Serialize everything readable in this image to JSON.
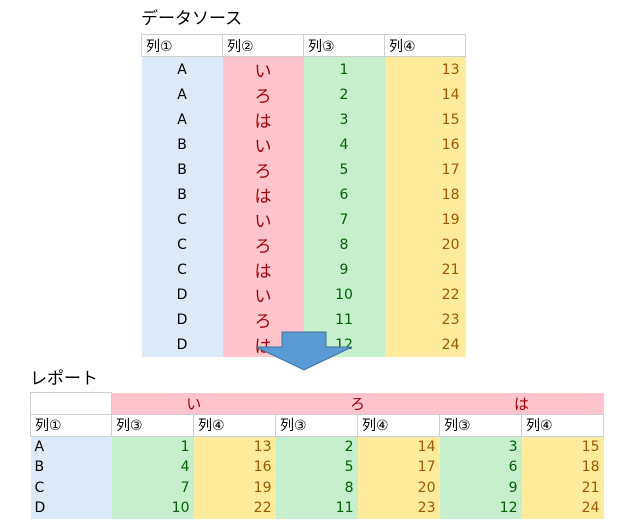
{
  "source": {
    "title": "データソース",
    "headers": [
      "列①",
      "列②",
      "列③",
      "列④"
    ],
    "rows": [
      [
        "A",
        "い",
        "1",
        "13"
      ],
      [
        "A",
        "ろ",
        "2",
        "14"
      ],
      [
        "A",
        "は",
        "3",
        "15"
      ],
      [
        "B",
        "い",
        "4",
        "16"
      ],
      [
        "B",
        "ろ",
        "5",
        "17"
      ],
      [
        "B",
        "は",
        "6",
        "18"
      ],
      [
        "C",
        "い",
        "7",
        "19"
      ],
      [
        "C",
        "ろ",
        "8",
        "20"
      ],
      [
        "C",
        "は",
        "9",
        "21"
      ],
      [
        "D",
        "い",
        "10",
        "22"
      ],
      [
        "D",
        "ろ",
        "11",
        "23"
      ],
      [
        "D",
        "は",
        "12",
        "24"
      ]
    ]
  },
  "report": {
    "title": "レポート",
    "groups": [
      "い",
      "ろ",
      "は"
    ],
    "row_header": "列①",
    "sub_headers": [
      "列③",
      "列④",
      "列③",
      "列④",
      "列③",
      "列④"
    ],
    "rows": [
      [
        "A",
        "1",
        "13",
        "2",
        "14",
        "3",
        "15"
      ],
      [
        "B",
        "4",
        "16",
        "5",
        "17",
        "6",
        "18"
      ],
      [
        "C",
        "7",
        "19",
        "8",
        "20",
        "9",
        "21"
      ],
      [
        "D",
        "10",
        "22",
        "11",
        "23",
        "12",
        "24"
      ]
    ]
  },
  "colors": {
    "col1_fill": "#dce9f6",
    "col2_fill": "#ffc4cc",
    "col2_text": "#9c0006",
    "col3_fill": "#c6efce",
    "col3_text": "#006100",
    "col4_fill": "#ffeb9c",
    "col4_text": "#9c5700",
    "arrow": "#5b9bd5"
  },
  "icons": {
    "arrow": "down-arrow-icon"
  }
}
